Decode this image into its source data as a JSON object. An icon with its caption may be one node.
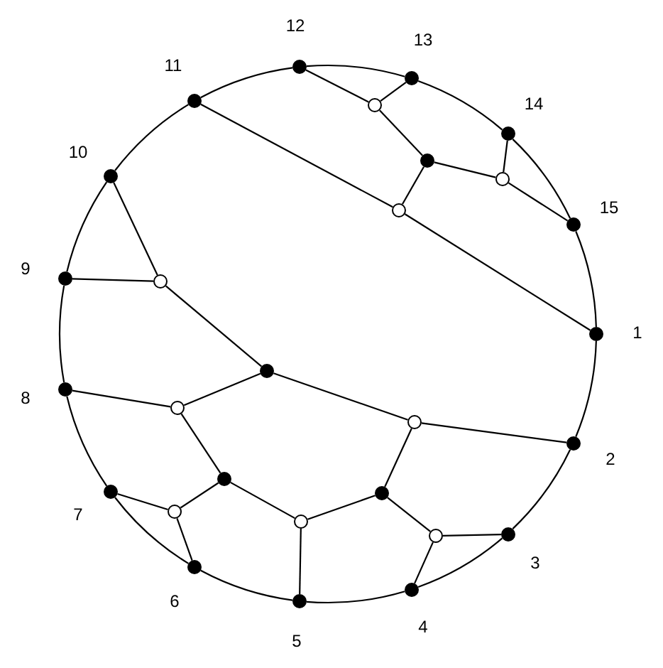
{
  "diagram": {
    "nodes": [
      {
        "text": [],
        "shape": "dot",
        "beside": [
          "1"
        ]
      },
      {
        "text": [],
        "shape": "dot",
        "beside": [
          "2"
        ]
      },
      {
        "text": [],
        "shape": "dot",
        "beside": [
          "3"
        ]
      },
      {
        "text": [],
        "shape": "dot",
        "beside": [
          "4"
        ]
      },
      {
        "text": [],
        "shape": "dot",
        "beside": [
          "5"
        ]
      },
      {
        "text": [],
        "shape": "dot",
        "beside": [
          "6"
        ]
      },
      {
        "text": [],
        "shape": "dot",
        "beside": [
          "7"
        ]
      },
      {
        "text": [],
        "shape": "dot",
        "beside": [
          "8"
        ]
      },
      {
        "text": [],
        "shape": "dot",
        "beside": [
          "9"
        ]
      },
      {
        "text": [],
        "shape": "dot",
        "beside": [
          "10"
        ]
      },
      {
        "text": [],
        "shape": "dot",
        "beside": [
          "11"
        ]
      },
      {
        "text": [],
        "shape": "dot",
        "beside": [
          "12"
        ]
      },
      {
        "text": [],
        "shape": "dot",
        "beside": [
          "13"
        ]
      },
      {
        "text": [],
        "shape": "dot",
        "beside": [
          "14"
        ]
      },
      {
        "text": [],
        "shape": "dot",
        "beside": [
          "15"
        ]
      },
      {
        "text": [],
        "shape": "circle"
      },
      {
        "text": [],
        "shape": "dot"
      },
      {
        "text": [],
        "shape": "circle"
      },
      {
        "text": [],
        "shape": "circle"
      },
      {
        "text": [],
        "shape": "circle"
      },
      {
        "text": [],
        "shape": "dot"
      },
      {
        "text": [],
        "shape": "circle"
      },
      {
        "text": [],
        "shape": "circle"
      },
      {
        "text": [],
        "shape": "dot"
      },
      {
        "text": [],
        "shape": "dot"
      },
      {
        "text": [],
        "shape": "circle"
      },
      {
        "text": [],
        "shape": "circle"
      },
      {
        "text": [],
        "shape": "circle"
      }
    ],
    "edges": [
      {
        "from": 0,
        "to": 1,
        "arrow": "none"
      },
      {
        "from": 1,
        "to": 2,
        "arrow": "none"
      },
      {
        "from": 2,
        "to": 3,
        "arrow": "none"
      },
      {
        "from": 3,
        "to": 4,
        "arrow": "none"
      },
      {
        "from": 4,
        "to": 5,
        "arrow": "none"
      },
      {
        "from": 5,
        "to": 6,
        "arrow": "none"
      },
      {
        "from": 6,
        "to": 7,
        "arrow": "none"
      },
      {
        "from": 7,
        "to": 8,
        "arrow": "none"
      },
      {
        "from": 8,
        "to": 9,
        "arrow": "none"
      },
      {
        "from": 9,
        "to": 10,
        "arrow": "none"
      },
      {
        "from": 10,
        "to": 11,
        "arrow": "none"
      },
      {
        "from": 11,
        "to": 12,
        "arrow": "none"
      },
      {
        "from": 12,
        "to": 13,
        "arrow": "none"
      },
      {
        "from": 13,
        "to": 14,
        "arrow": "none"
      },
      {
        "from": 14,
        "to": 0,
        "arrow": "none"
      },
      {
        "from": 11,
        "to": 15,
        "arrow": "none"
      },
      {
        "from": 15,
        "to": 12,
        "arrow": "none"
      },
      {
        "from": 15,
        "to": 16,
        "arrow": "none"
      },
      {
        "from": 16,
        "to": 18,
        "arrow": "none"
      },
      {
        "from": 16,
        "to": 17,
        "arrow": "none"
      },
      {
        "from": 17,
        "to": 13,
        "arrow": "none"
      },
      {
        "from": 17,
        "to": 14,
        "arrow": "none"
      },
      {
        "from": 18,
        "to": 10,
        "arrow": "none"
      },
      {
        "from": 18,
        "to": 0,
        "arrow": "none"
      },
      {
        "from": 9,
        "to": 19,
        "arrow": "none"
      },
      {
        "from": 8,
        "to": 19,
        "arrow": "none"
      },
      {
        "from": 19,
        "to": 20,
        "arrow": "none"
      },
      {
        "from": 20,
        "to": 21,
        "arrow": "none"
      },
      {
        "from": 20,
        "to": 22,
        "arrow": "none"
      },
      {
        "from": 7,
        "to": 21,
        "arrow": "none"
      },
      {
        "from": 21,
        "to": 23,
        "arrow": "none"
      },
      {
        "from": 22,
        "to": 1,
        "arrow": "none"
      },
      {
        "from": 22,
        "to": 24,
        "arrow": "none"
      },
      {
        "from": 23,
        "to": 25,
        "arrow": "none"
      },
      {
        "from": 25,
        "to": 6,
        "arrow": "none"
      },
      {
        "from": 25,
        "to": 5,
        "arrow": "none"
      },
      {
        "from": 23,
        "to": 26,
        "arrow": "none"
      },
      {
        "from": 26,
        "to": 4,
        "arrow": "none"
      },
      {
        "from": 26,
        "to": 24,
        "arrow": "none"
      },
      {
        "from": 24,
        "to": 27,
        "arrow": "none"
      },
      {
        "from": 27,
        "to": 2,
        "arrow": "none"
      },
      {
        "from": 27,
        "to": 3,
        "arrow": "none"
      }
    ]
  }
}
